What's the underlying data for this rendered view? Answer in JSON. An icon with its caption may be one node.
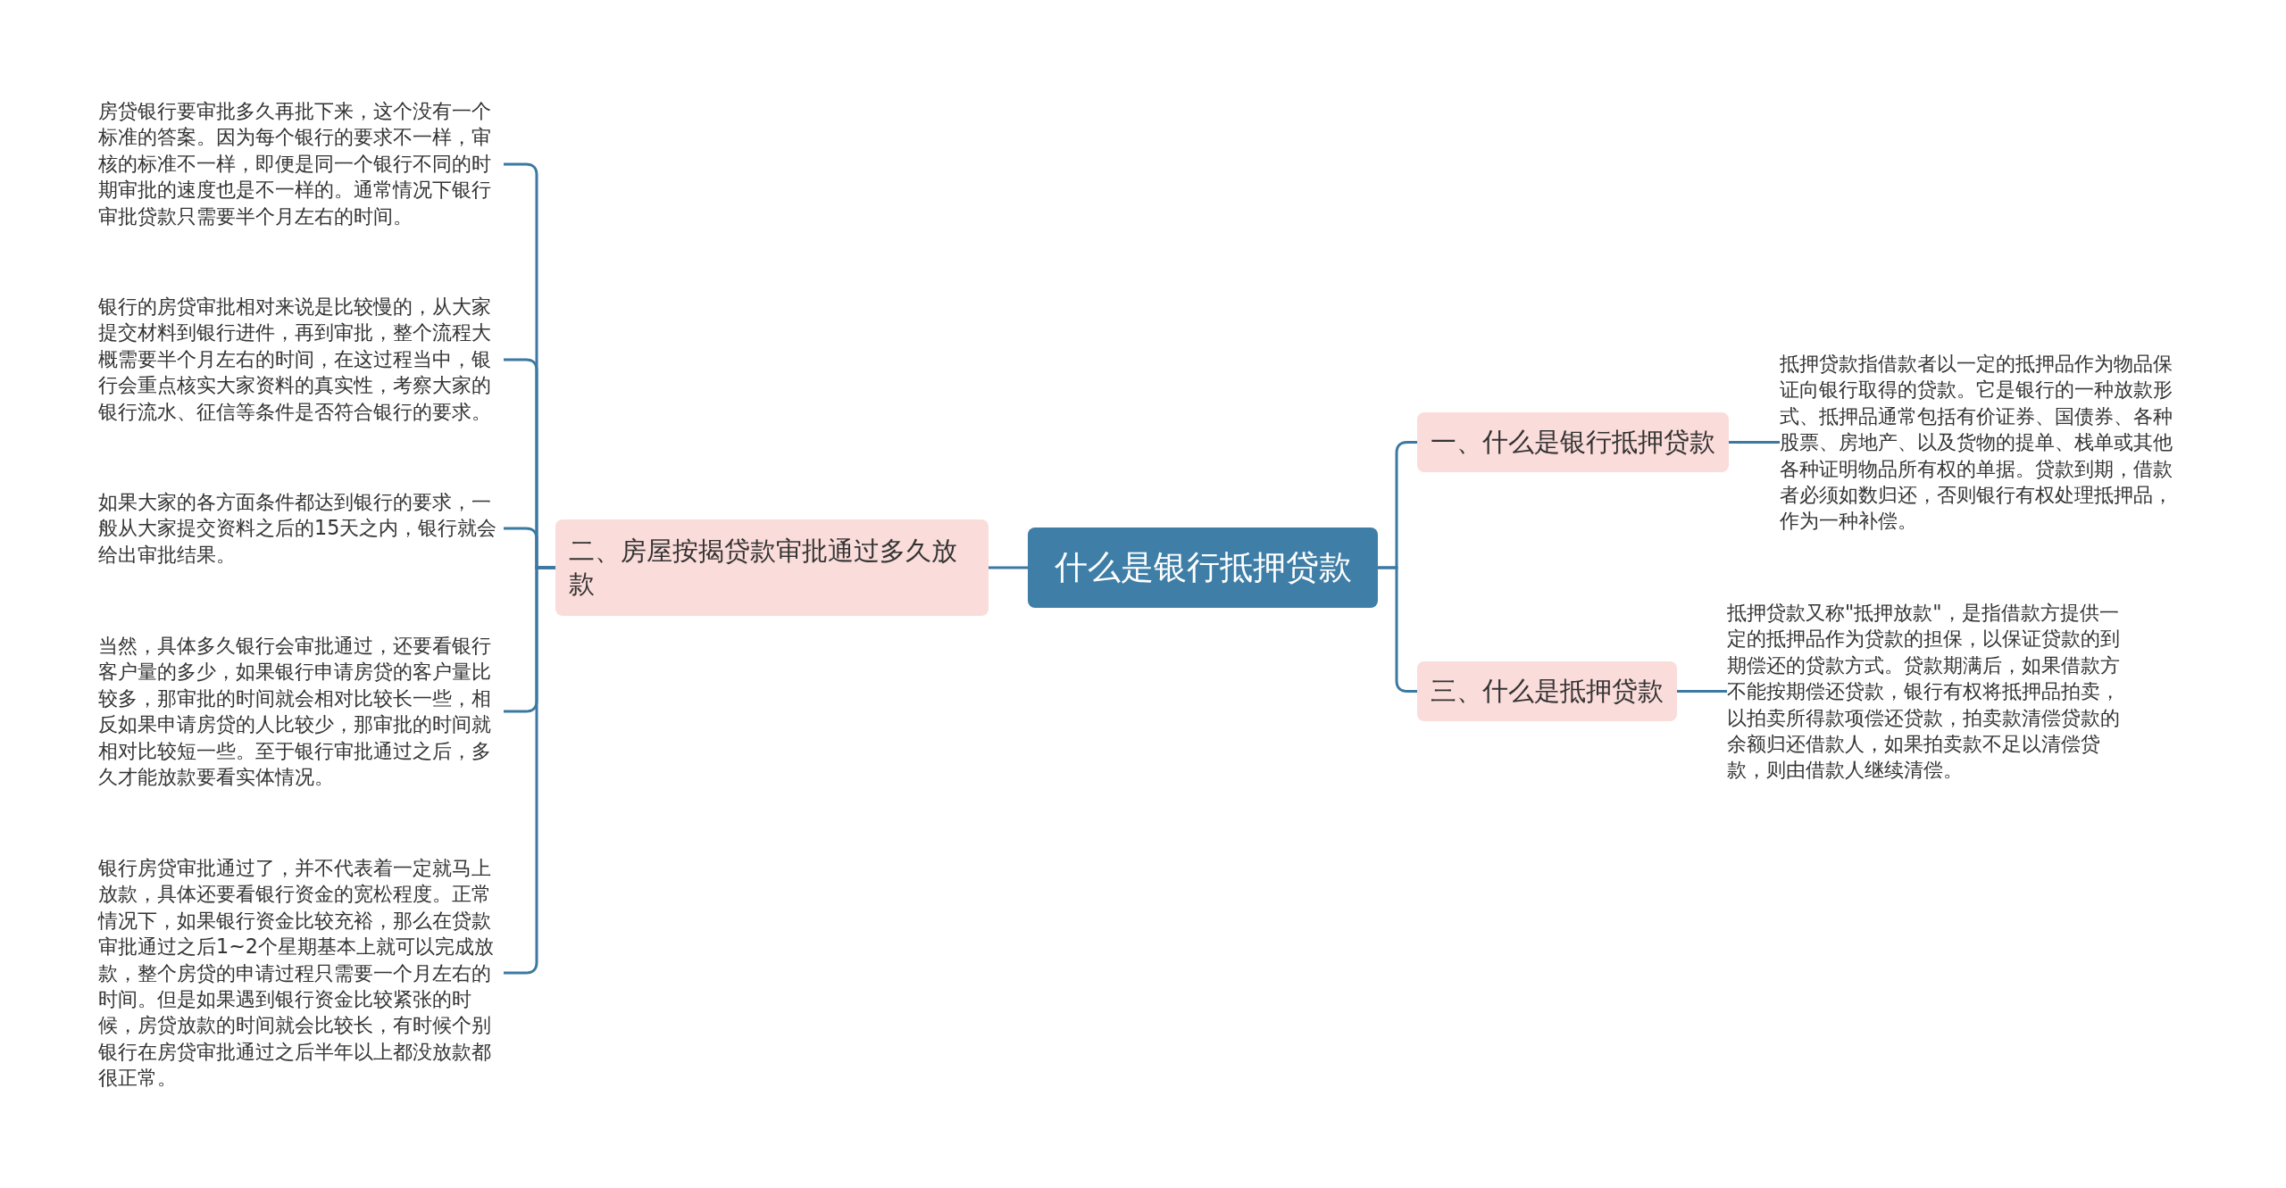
{
  "diagram": {
    "nodes": [
      {
        "text": [
          "什么是银行抵押贷款"
        ]
      },
      {
        "text": [
          "一、什么是银行抵押贷款"
        ]
      },
      {
        "text": [
          "抵押贷款指借款者以一定的抵押品作为物品保证向银行取得的贷款。它是银行的一种放款形式、抵押品通常包括有价证券、国债券、各种股票、房地产、以及货物的提单、栈单或其他各种证明物品所有权的单据。贷款到期，借款者必须如数归还，否则银行有权处理抵押品，作为一种补偿。"
        ]
      },
      {
        "text": [
          "二、房屋按揭贷款审批通过多久放款"
        ]
      },
      {
        "text": [
          "房贷银行要审批多久再批下来，这个没有一个标准的答案。因为每个银行的要求不一样，审核的标准不一样，即便是同一个银行不同的时期审批的速度也是不一样的。通常情况下银行审批贷款只需要半个月左右的时间。"
        ]
      },
      {
        "text": [
          "银行的房贷审批相对来说是比较慢的，从大家提交材料到银行进件，再到审批，整个流程大概需要半个月左右的时间，在这过程当中，银行会重点核实大家资料的真实性，考察大家的银行流水、征信等条件是否符合银行的要求。"
        ]
      },
      {
        "text": [
          "如果大家的各方面条件都达到银行的要求，一般从大家提交资料之后的15天之内，银行就会给出审批结果。"
        ]
      },
      {
        "text": [
          "当然，具体多久银行会审批通过，还要看银行客户量的多少，如果银行申请房贷的客户量比较多，那审批的时间就会相对比较长一些，相反如果申请房贷的人比较少，那审批的时间就相对比较短一些。至于银行审批通过之后，多久才能放款要看实体情况。"
        ]
      },
      {
        "text": [
          "银行房贷审批通过了，并不代表着一定就马上放款，具体还要看银行资金的宽松程度。正常情况下，如果银行资金比较充裕，那么在贷款审批通过之后1~2个星期基本上就可以完成放款，整个房贷的申请过程只需要一个月左右的时间。但是如果遇到银行资金比较紧张的时候，房贷放款的时间就会比较长，有时候个别银行在房贷审批通过之后半年以上都没放款都很正常。"
        ]
      },
      {
        "text": [
          "三、什么是抵押贷款"
        ]
      },
      {
        "text": [
          "抵押贷款又称\"抵押放款\"，是指借款方提供一定的抵押品作为贷款的担保，以保证贷款的到期偿还的贷款方式。贷款期满后，如果借款方不能按期偿还贷款，银行有权将抵押品拍卖，以拍卖所得款项偿还贷款，拍卖款清偿贷款的余额归还借款人，如果拍卖款不足以清偿贷款，则由借款人继续清偿。"
        ]
      }
    ],
    "edges": [
      {
        "from": 0,
        "to": 1,
        "arrow": "none"
      },
      {
        "from": 1,
        "to": 2,
        "arrow": "none"
      },
      {
        "from": 0,
        "to": 3,
        "arrow": "none"
      },
      {
        "from": 3,
        "to": 4,
        "arrow": "none"
      },
      {
        "from": 3,
        "to": 5,
        "arrow": "none"
      },
      {
        "from": 3,
        "to": 6,
        "arrow": "none"
      },
      {
        "from": 3,
        "to": 7,
        "arrow": "none"
      },
      {
        "from": 3,
        "to": 8,
        "arrow": "none"
      },
      {
        "from": 0,
        "to": 9,
        "arrow": "none"
      },
      {
        "from": 9,
        "to": 10,
        "arrow": "none"
      }
    ]
  }
}
